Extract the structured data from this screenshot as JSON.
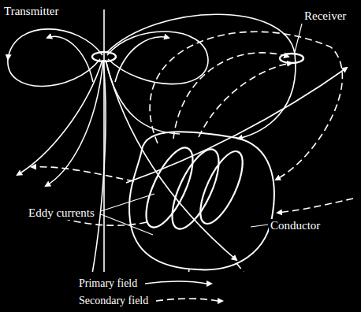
{
  "diagram": {
    "labels": [
      "Transmitter",
      "Receiver",
      "Eddy currents",
      "Conductor"
    ],
    "legend": [
      {
        "text": "Primary field"
      },
      {
        "text": "Secondary field"
      }
    ]
  }
}
